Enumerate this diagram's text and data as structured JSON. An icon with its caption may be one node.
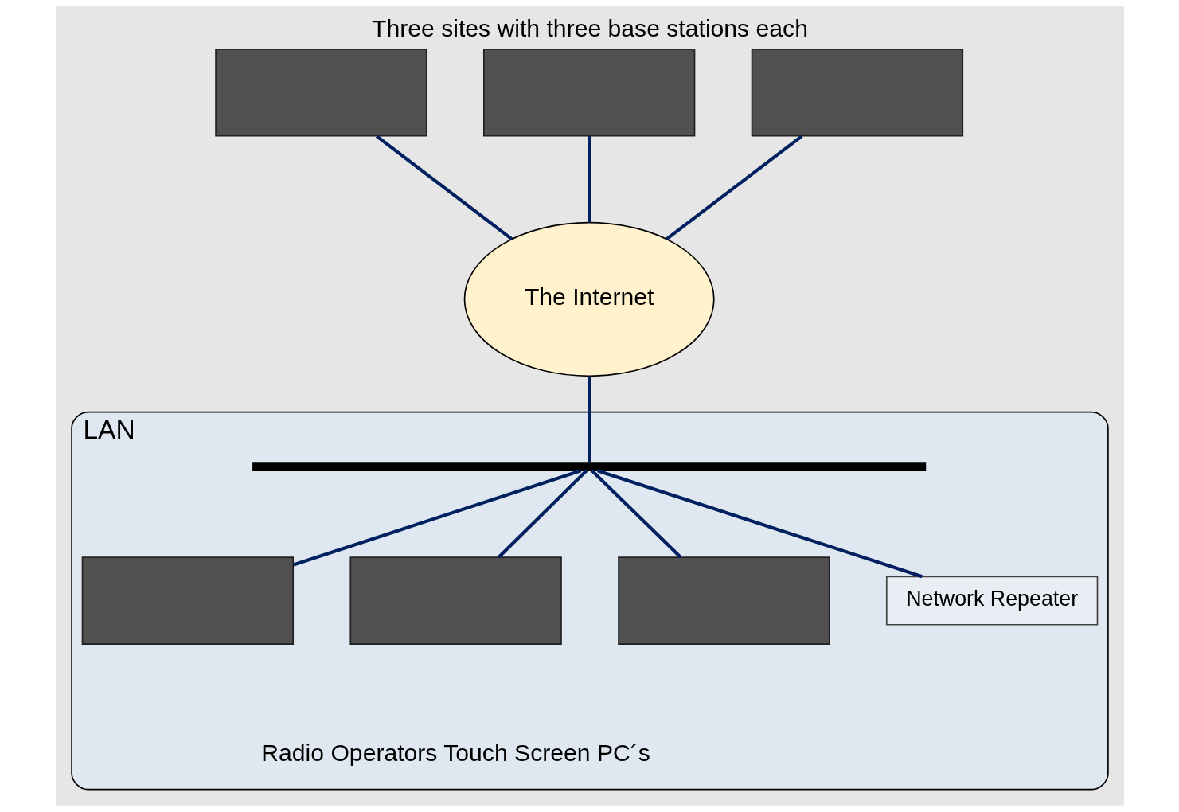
{
  "diagram": {
    "title": "Three sites with three base stations each",
    "nodes": [
      {
        "text": [],
        "shape": "box"
      },
      {
        "text": [],
        "shape": "box"
      },
      {
        "text": [],
        "shape": "box"
      },
      {
        "text": [
          "The Internet"
        ]
      },
      {
        "text": [
          "LAN"
        ]
      },
      {
        "text": [],
        "shape": "bar",
        "in": 4
      },
      {
        "text": [],
        "shape": "box",
        "in": 4
      },
      {
        "text": [],
        "shape": "box",
        "in": 4
      },
      {
        "text": [],
        "shape": "box",
        "in": 4
      },
      {
        "text": [
          "Network Repeater"
        ],
        "in": 4
      }
    ],
    "edges": [
      {
        "from": 0,
        "to": 3,
        "arrow": "none"
      },
      {
        "from": 1,
        "to": 3,
        "arrow": "none"
      },
      {
        "from": 2,
        "to": 3,
        "arrow": "none"
      },
      {
        "from": 3,
        "to": 5,
        "arrow": "none"
      },
      {
        "from": 5,
        "to": 6,
        "arrow": "none"
      },
      {
        "from": 5,
        "to": 7,
        "arrow": "none"
      },
      {
        "from": 5,
        "to": 8,
        "arrow": "none"
      },
      {
        "from": 5,
        "to": 9,
        "arrow": "none"
      }
    ],
    "labels": [
      "Radio Operators Touch Screen PC´s"
    ]
  }
}
